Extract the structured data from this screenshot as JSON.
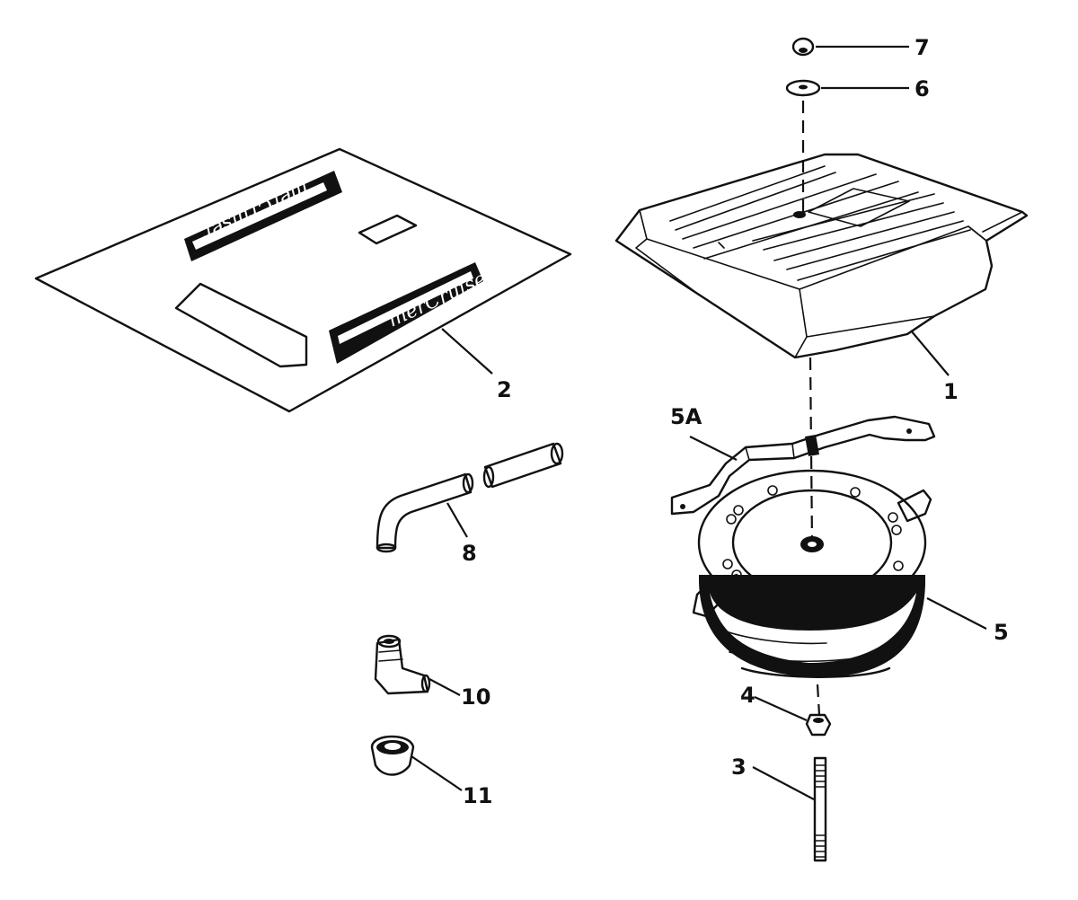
{
  "diagram": {
    "callouts": {
      "c1": "1",
      "c2": "2",
      "c3": "3",
      "c4": "4",
      "c5": "5",
      "c5a": "5A",
      "c6": "6",
      "c7": "7",
      "c8": "8",
      "c10": "10",
      "c11": "11"
    },
    "decal_logo": "merCruiser"
  }
}
